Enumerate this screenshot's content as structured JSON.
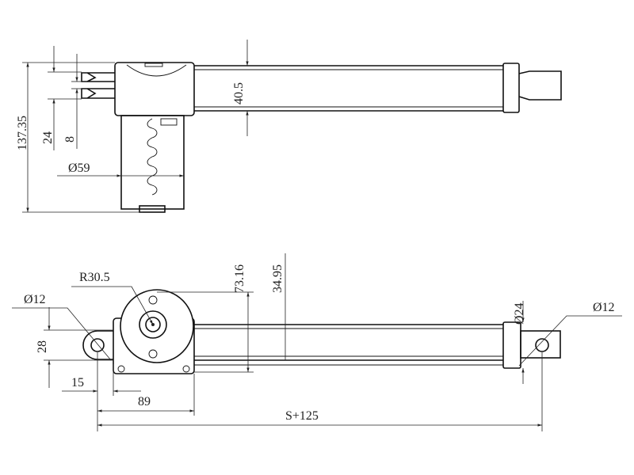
{
  "title": "Linear actuator dimension drawing",
  "top_view": {
    "dim_overall_height": "137.35",
    "dim_connector_24": "24",
    "dim_connector_8": "8",
    "dim_motor_diameter": "Ø59",
    "dim_tube_height": "40.5"
  },
  "side_view": {
    "dim_motor_radius": "R30.5",
    "dim_rear_hole": "Ø12",
    "dim_rear_eye_height": "28",
    "dim_rear_offset": "15",
    "dim_housing_length": "89",
    "dim_total_length": "S+125",
    "dim_housing_height": "73.16",
    "dim_tube_offset": "34.95",
    "dim_rod_diameter": "Ø24",
    "dim_front_hole": "Ø12"
  },
  "colors": {
    "line": "#111111",
    "background": "#ffffff"
  }
}
